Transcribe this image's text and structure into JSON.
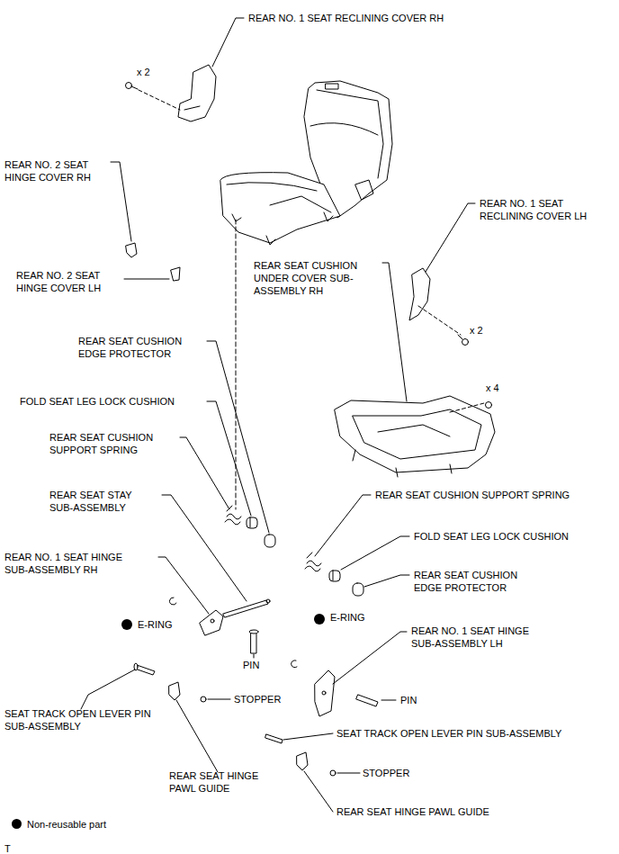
{
  "diagram": {
    "labels": [
      "REAR NO. 1 SEAT RECLINING COVER RH",
      "x 2",
      "REAR NO. 2 SEAT HINGE COVER RH",
      "REAR NO. 1 SEAT RECLINING COVER LH",
      "REAR SEAT CUSHION UNDER COVER SUB-ASSEMBLY RH",
      "REAR NO. 2 SEAT HINGE COVER LH",
      "x 2",
      "REAR SEAT CUSHION EDGE PROTECTOR",
      "x 4",
      "FOLD SEAT LEG LOCK CUSHION",
      "REAR SEAT CUSHION SUPPORT SPRING",
      "REAR SEAT STAY SUB-ASSEMBLY",
      "REAR SEAT CUSHION SUPPORT SPRING",
      "FOLD SEAT LEG LOCK CUSHION",
      "REAR NO. 1 SEAT HINGE SUB-ASSEMBLY RH",
      "REAR SEAT CUSHION EDGE PROTECTOR",
      "E-RING",
      "E-RING",
      "REAR NO. 1 SEAT HINGE SUB-ASSEMBLY LH",
      "PIN",
      "STOPPER",
      "PIN",
      "SEAT TRACK OPEN LEVER PIN SUB-ASSEMBLY",
      "SEAT TRACK OPEN LEVER PIN SUB-ASSEMBLY",
      "REAR SEAT HINGE PAWL GUIDE",
      "STOPPER",
      "REAR SEAT HINGE PAWL GUIDE",
      "T"
    ],
    "legend": [
      {
        "text": "Non-reusable part",
        "color": "#000000"
      }
    ]
  }
}
